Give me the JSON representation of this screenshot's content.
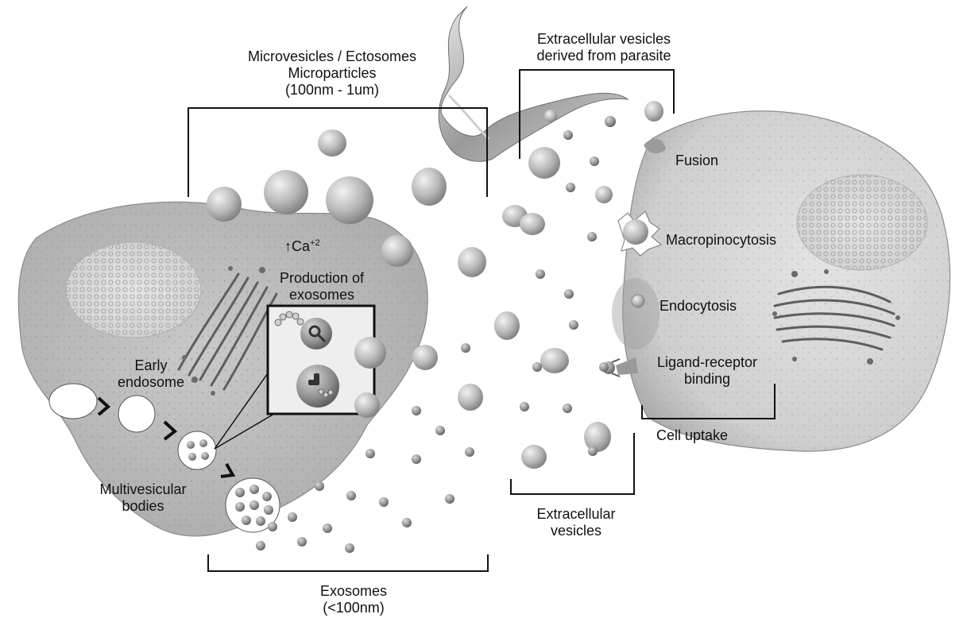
{
  "labels": {
    "microvesicles": [
      "Microvesicles / Ectosomes",
      "Microparticles",
      "(100nm - 1um)"
    ],
    "parasite_ev": [
      "Extracellular vesicles",
      "derived from parasite"
    ],
    "calcium": {
      "base": "↑Ca",
      "sup": "+2"
    },
    "production": [
      "Production of",
      "exosomes"
    ],
    "early_endosome": [
      "Early",
      "endosome"
    ],
    "mvb": [
      "Multivesicular",
      "bodies"
    ],
    "exosomes": [
      "Exosomes",
      "(<100nm)"
    ],
    "extracellular_vesicles": [
      "Extracellular",
      "vesicles"
    ],
    "fusion": "Fusion",
    "macropinocytosis": "Macropinocytosis",
    "endocytosis": "Endocytosis",
    "ligand_receptor": [
      "Ligand-receptor",
      "binding"
    ],
    "cell_uptake": "Cell uptake"
  }
}
